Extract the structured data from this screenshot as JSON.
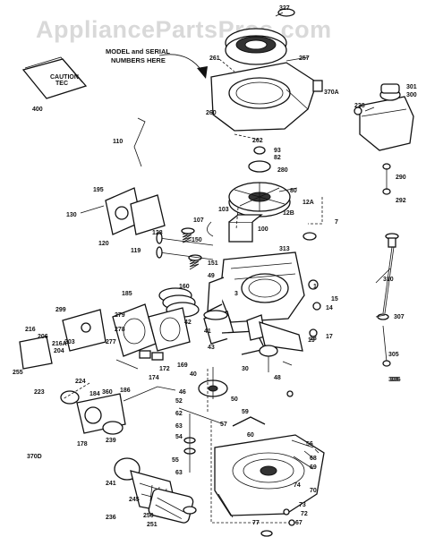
{
  "watermark": "AppliancePartsPros.com",
  "callout": {
    "line1": "MODEL and SERIAL",
    "line2": "NUMBERS HERE"
  },
  "manual_label": {
    "line1": "CAUTION",
    "line2": "TEC"
  },
  "part_numbers": [
    "327",
    "261",
    "257",
    "400",
    "260",
    "301",
    "300",
    "370A",
    "238",
    "110",
    "262",
    "93",
    "82",
    "290",
    "292",
    "280",
    "195",
    "103",
    "80",
    "12A",
    "12B",
    "7",
    "130",
    "120",
    "119",
    "107",
    "150",
    "100",
    "313",
    "128",
    "151",
    "310",
    "49",
    "185",
    "160",
    "3",
    "1",
    "299",
    "15",
    "307",
    "216",
    "279",
    "42",
    "206",
    "203",
    "216A",
    "278",
    "14",
    "204",
    "277",
    "43",
    "41",
    "19",
    "17",
    "305",
    "18",
    "255",
    "169",
    "40",
    "30",
    "306",
    "224",
    "223",
    "174",
    "172",
    "186",
    "184",
    "360",
    "178",
    "239",
    "50",
    "52",
    "59",
    "62",
    "63",
    "57",
    "60",
    "56",
    "54",
    "55",
    "68",
    "69",
    "63",
    "370D",
    "241",
    "245",
    "251",
    "74",
    "70",
    "77",
    "73",
    "72",
    "67",
    "236",
    "250",
    "48",
    "46",
    "306"
  ]
}
